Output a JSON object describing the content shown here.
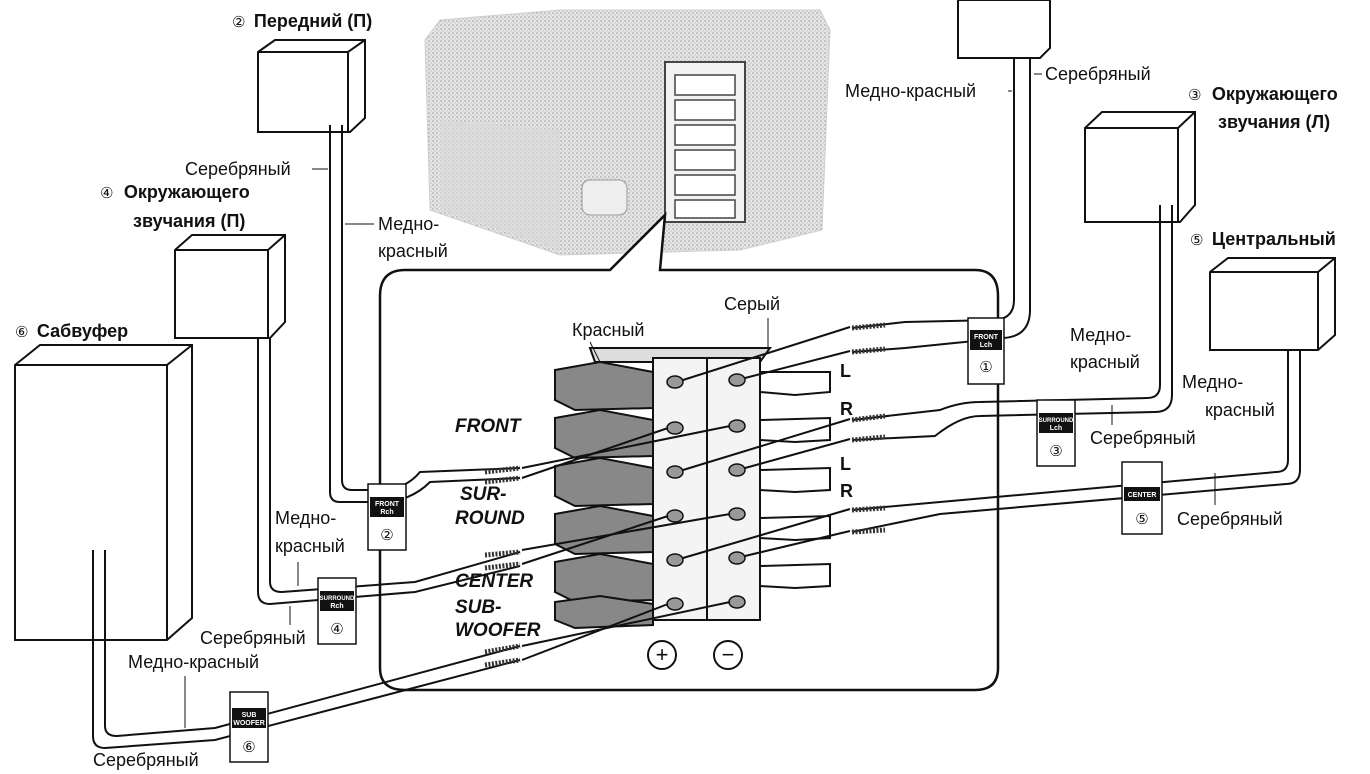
{
  "speakers": {
    "front_r": {
      "num": "②",
      "label": "Передний (П)"
    },
    "surround_l": {
      "num": "③",
      "label_line1": "Окружающего",
      "label_line2": "звучания (Л)"
    },
    "surround_r": {
      "num": "④",
      "label_line1": "Окружающего",
      "label_line2": "звучания (П)"
    },
    "center": {
      "num": "⑤",
      "label": "Центральный"
    },
    "subwoofer": {
      "num": "⑥",
      "label": "Сабвуфер"
    }
  },
  "wire_labels": {
    "copper": "Медно-красный",
    "copper_line1": "Медно-",
    "copper_line2": "красный",
    "silver": "Серебряный"
  },
  "terminal": {
    "red_label": "Красный",
    "gray_label": "Серый",
    "front": "FRONT",
    "surround_line1": "SUR-",
    "surround_line2": "ROUND",
    "center": "CENTER",
    "sub_line1": "SUB-",
    "sub_line2": "WOOFER",
    "L": "L",
    "R": "R",
    "plus": "+",
    "minus": "−"
  },
  "tags": {
    "front_l": {
      "line1": "FRONT",
      "line2": "Lch",
      "num": "①"
    },
    "front_r": {
      "line1": "FRONT",
      "line2": "Rch",
      "num": "②"
    },
    "surround_l": {
      "line1": "SURROUND",
      "line2": "Lch",
      "num": "③"
    },
    "surround_r": {
      "line1": "SURROUND",
      "line2": "Rch",
      "num": "④"
    },
    "center": {
      "line1": "CENTER",
      "line2": "",
      "num": "⑤"
    },
    "sub": {
      "line1": "SUB",
      "line2": "WOOFER",
      "num": "⑥"
    }
  }
}
